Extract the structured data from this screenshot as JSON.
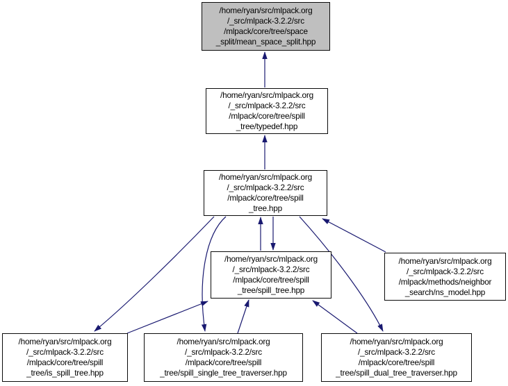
{
  "graph": {
    "colors": {
      "edge": "#191970",
      "node_border": "#0a0a0a",
      "node_fill": "#ffffff",
      "root_node_fill": "#bfbfbf",
      "text": "#000000",
      "background": "#ffffff"
    },
    "nodes": [
      {
        "id": "mean-space-split-hpp",
        "highlighted": true,
        "lines": [
          "/home/ryan/src/mlpack.org",
          "/_src/mlpack-3.2.2/src",
          "/mlpack/core/tree/space",
          "_split/mean_space_split.hpp"
        ]
      },
      {
        "id": "typedef-hpp",
        "highlighted": false,
        "lines": [
          "/home/ryan/src/mlpack.org",
          "/_src/mlpack-3.2.2/src",
          "/mlpack/core/tree/spill",
          "_tree/typedef.hpp"
        ]
      },
      {
        "id": "spill-tree-hpp",
        "highlighted": false,
        "lines": [
          "/home/ryan/src/mlpack.org",
          "/_src/mlpack-3.2.2/src",
          "/mlpack/core/tree/spill",
          "_tree.hpp"
        ]
      },
      {
        "id": "spill-tree-spill-tree-hpp",
        "highlighted": false,
        "lines": [
          "/home/ryan/src/mlpack.org",
          "/_src/mlpack-3.2.2/src",
          "/mlpack/core/tree/spill",
          "_tree/spill_tree.hpp"
        ]
      },
      {
        "id": "ns-model-hpp",
        "highlighted": false,
        "lines": [
          "/home/ryan/src/mlpack.org",
          "/_src/mlpack-3.2.2/src",
          "/mlpack/methods/neighbor",
          "_search/ns_model.hpp"
        ]
      },
      {
        "id": "is-spill-tree-hpp",
        "highlighted": false,
        "lines": [
          "/home/ryan/src/mlpack.org",
          "/_src/mlpack-3.2.2/src",
          "/mlpack/core/tree/spill",
          "_tree/is_spill_tree.hpp"
        ]
      },
      {
        "id": "spill-single-tree-traverser-hpp",
        "highlighted": false,
        "lines": [
          "/home/ryan/src/mlpack.org",
          "/_src/mlpack-3.2.2/src",
          "/mlpack/core/tree/spill",
          "_tree/spill_single_tree_traverser.hpp"
        ]
      },
      {
        "id": "spill-dual-tree-traverser-hpp",
        "highlighted": false,
        "lines": [
          "/home/ryan/src/mlpack.org",
          "/_src/mlpack-3.2.2/src",
          "/mlpack/core/tree/spill",
          "_tree/spill_dual_tree_traverser.hpp"
        ]
      }
    ],
    "edges": [
      {
        "from": "typedef-hpp",
        "to": "mean-space-split-hpp"
      },
      {
        "from": "spill-tree-hpp",
        "to": "typedef-hpp"
      },
      {
        "from": "spill-tree-spill-tree-hpp",
        "to": "spill-tree-hpp"
      },
      {
        "from": "spill-tree-hpp",
        "to": "spill-tree-spill-tree-hpp"
      },
      {
        "from": "spill-tree-hpp",
        "to": "is-spill-tree-hpp"
      },
      {
        "from": "is-spill-tree-hpp",
        "to": "spill-tree-spill-tree-hpp"
      },
      {
        "from": "spill-tree-hpp",
        "to": "spill-single-tree-traverser-hpp"
      },
      {
        "from": "spill-single-tree-traverser-hpp",
        "to": "spill-tree-spill-tree-hpp"
      },
      {
        "from": "spill-dual-tree-traverser-hpp",
        "to": "spill-tree-spill-tree-hpp"
      },
      {
        "from": "ns-model-hpp",
        "to": "spill-tree-hpp"
      },
      {
        "from": "spill-tree-hpp",
        "to": "spill-dual-tree-traverser-hpp"
      }
    ]
  }
}
